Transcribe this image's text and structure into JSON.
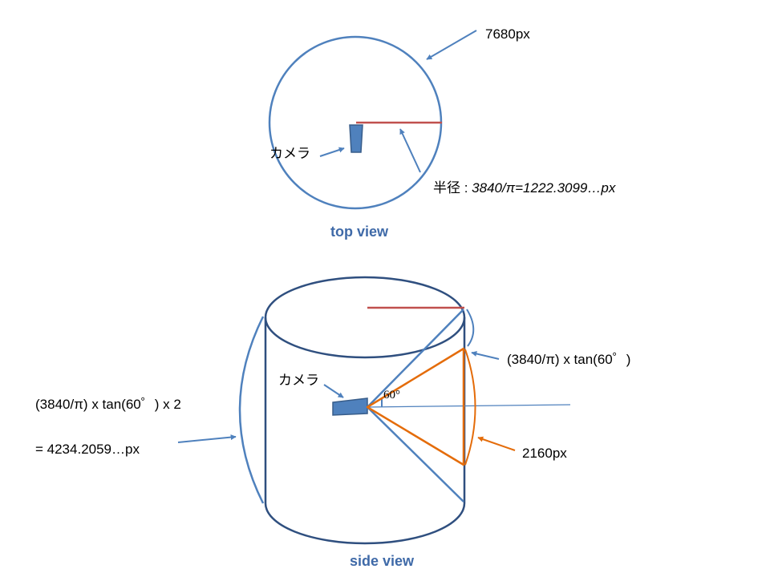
{
  "colors": {
    "circle": "#4f81bd",
    "cylinder": "#2f4f7f",
    "line": "#4f81bd",
    "radius": "#c0504d",
    "fov": "#e46c0a",
    "camera_fill": "#4f81bd",
    "camera_stroke": "#385d8a",
    "caption": "#3f6aa8"
  },
  "top_view": {
    "circumference_label": "7680px",
    "camera_label": "カメラ",
    "radius_label_prefix": "半径 : ",
    "radius_label_formula": "3840/π=1222.3099…px",
    "caption": "top view"
  },
  "side_view": {
    "camera_label": "カメラ",
    "angle_label": "60°",
    "half_height_label": "(3840/π) x tan(60゜)",
    "height_label_line1": "(3840/π) x tan(60゜) x 2",
    "height_label_line2": "= 4234.2059…px",
    "screen_label": "2160px",
    "caption": "side view"
  }
}
